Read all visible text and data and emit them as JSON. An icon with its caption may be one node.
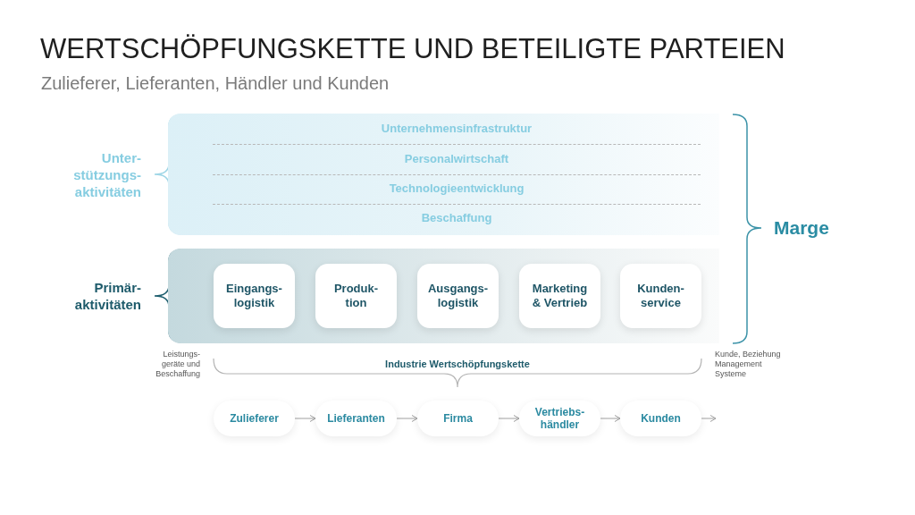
{
  "diagram": {
    "title": "WERTSCHÖPFUNGSKETTE UND BETEILIGTE PARTEIEN",
    "nodes": [
      {
        "text": [],
        "shape": "box",
        "beside": [
          "Unter- stützungs- aktivitäten"
        ]
      },
      {
        "text": [
          "Unternehmensinfrastruktur"
        ],
        "in": 0
      },
      {
        "text": [
          "Personalwirtschaft"
        ],
        "in": 0
      },
      {
        "text": [
          "Technologieentwicklung"
        ],
        "in": 0
      },
      {
        "text": [
          "Beschaffung"
        ],
        "in": 0
      },
      {
        "text": [],
        "shape": "box",
        "beside": [
          "Primär- aktivitäten"
        ]
      },
      {
        "text": [
          "Eingangs- logistik"
        ],
        "in": 5
      },
      {
        "text": [
          "Produk- tion"
        ],
        "in": 5
      },
      {
        "text": [
          "Ausgangs- logistik"
        ],
        "in": 5
      },
      {
        "text": [
          "Marketing & Vertrieb"
        ],
        "in": 5
      },
      {
        "text": [
          "Kunden- service"
        ],
        "in": 5
      },
      {
        "text": [
          "Zulieferer"
        ]
      },
      {
        "text": [
          "Lieferanten"
        ]
      },
      {
        "text": [
          "Firma"
        ]
      },
      {
        "text": [
          "Vertriebs- händler"
        ]
      },
      {
        "text": [
          "Kunden"
        ]
      }
    ],
    "edges": [
      {
        "from": 11,
        "to": 12,
        "arrow": "to"
      },
      {
        "from": 12,
        "to": 13,
        "arrow": "to"
      },
      {
        "from": 13,
        "to": 14,
        "arrow": "to"
      },
      {
        "from": 14,
        "to": 15,
        "arrow": "to"
      },
      {
        "from": 15,
        "to": null,
        "arrow": "to"
      }
    ],
    "labels": [
      "Zulieferer, Lieferanten, Händler und Kunden",
      "Marge",
      "Leistungs- geräte und Beschaffung",
      "Industrie Wertschöpfungskette",
      "Kunde, Beziehung Management Systeme"
    ]
  }
}
